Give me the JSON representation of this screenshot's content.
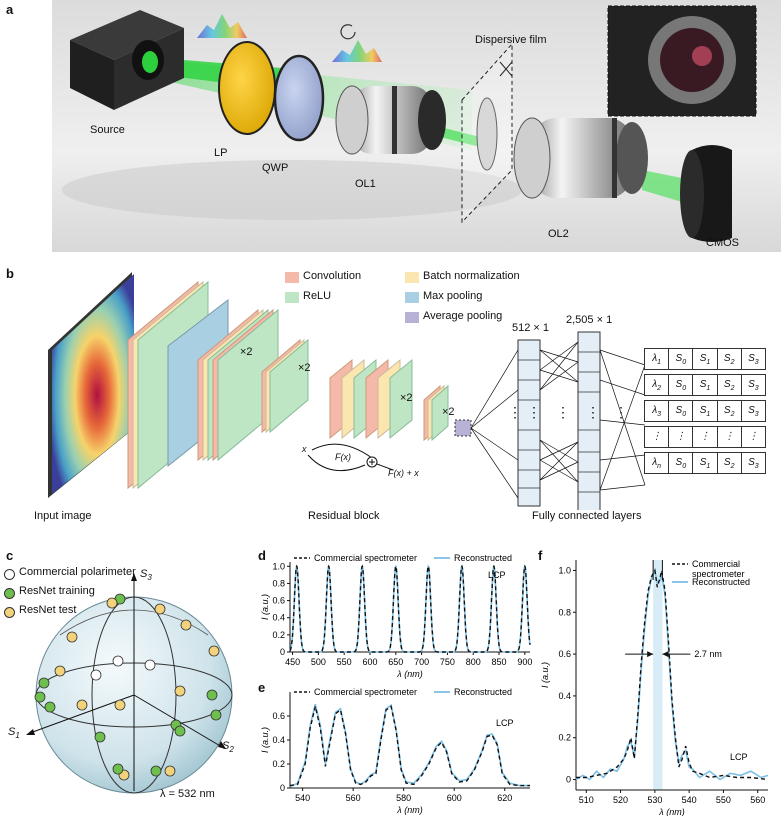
{
  "panel_a": {
    "letter": "a",
    "labels": {
      "source": "Source",
      "lp": "LP",
      "qwp": "QWP",
      "ol1": "OL1",
      "film": "Dispersive film",
      "ol2": "OL2",
      "cmos": "CMOS"
    }
  },
  "panel_b": {
    "letter": "b",
    "legend": [
      "Convolution",
      "ReLU",
      "Batch normalization",
      "Max pooling",
      "Average pooling"
    ],
    "legend_colors": [
      "#f4b9a8",
      "#bfe6c4",
      "#fbe6b0",
      "#a9cfe2",
      "#b7b2d6"
    ],
    "times2": "×2",
    "fc_512": "512 × 1",
    "fc_2505": "2,505 × 1",
    "input_image": "Input image",
    "residual_block": "Residual block",
    "fully_connected": "Fully connected layers",
    "residual_x": "x",
    "residual_fx": "F(x)",
    "residual_fx_x": "F(x) + x",
    "vdots": "⋮",
    "output_rows": [
      {
        "l": "λ",
        "sub": "1"
      },
      {
        "l": "λ",
        "sub": "2"
      },
      {
        "l": "λ",
        "sub": "3"
      },
      {
        "l": "⋮",
        "sub": ""
      },
      {
        "l": "λ",
        "sub": "n"
      }
    ],
    "output_cols": [
      {
        "l": "S",
        "sub": "0"
      },
      {
        "l": "S",
        "sub": "1"
      },
      {
        "l": "S",
        "sub": "2"
      },
      {
        "l": "S",
        "sub": "3"
      }
    ]
  },
  "panel_c": {
    "letter": "c",
    "legend": [
      "Commercial polarimeter",
      "ResNet training",
      "ResNet test"
    ],
    "legend_colors": [
      "#ffffff",
      "#6fbf4f",
      "#f2d27a"
    ],
    "axis_s1": "S",
    "axis_s1_sub": "1",
    "axis_s2": "S",
    "axis_s2_sub": "2",
    "axis_s3": "S",
    "axis_s3_sub": "3",
    "wavelength": "λ = 532 nm"
  },
  "colors": {
    "commercial": "#111111",
    "reconstructed": "#7cc0e6"
  },
  "chart_data": [
    {
      "panel": "d",
      "type": "line",
      "xlabel": "λ (nm)",
      "ylabel": "I (a.u.)",
      "xlim": [
        445,
        910
      ],
      "ylim": [
        0,
        1.05
      ],
      "xticks": [
        450,
        500,
        550,
        600,
        650,
        700,
        750,
        800,
        850,
        900
      ],
      "yticks": [
        0,
        0.2,
        0.4,
        0.6,
        0.8,
        1.0
      ],
      "ytick_labels": [
        "0",
        "0.2",
        "0.4",
        "0.6",
        "0.8",
        "1.0"
      ],
      "annotation": "LCP",
      "series": [
        {
          "name": "Commercial spectrometer",
          "peaks": [
            458,
            520,
            585,
            650,
            713,
            778,
            840,
            900
          ],
          "width": 4.5
        },
        {
          "name": "Reconstructed",
          "peaks": [
            458,
            520,
            585,
            650,
            713,
            778,
            840,
            900
          ],
          "width": 4.5
        }
      ]
    },
    {
      "panel": "e",
      "type": "line",
      "xlabel": "λ (nm)",
      "ylabel": "I (a.u.)",
      "xlim": [
        535,
        630
      ],
      "ylim": [
        0,
        0.8
      ],
      "xticks": [
        540,
        560,
        580,
        600,
        620
      ],
      "yticks": [
        0,
        0.2,
        0.4,
        0.6
      ],
      "ytick_labels": [
        "0",
        "0.2",
        "0.4",
        "0.6"
      ],
      "annotation": "LCP",
      "series": [
        {
          "name": "Commercial spectrometer",
          "points": [
            [
              535,
              0.02
            ],
            [
              538,
              0.03
            ],
            [
              541,
              0.2
            ],
            [
              543,
              0.5
            ],
            [
              545,
              0.68
            ],
            [
              547,
              0.5
            ],
            [
              549,
              0.18
            ],
            [
              551,
              0.4
            ],
            [
              553,
              0.62
            ],
            [
              555,
              0.65
            ],
            [
              557,
              0.45
            ],
            [
              559,
              0.15
            ],
            [
              561,
              0.04
            ],
            [
              563,
              0.03
            ],
            [
              565,
              0.05
            ],
            [
              567,
              0.1
            ],
            [
              569,
              0.12
            ],
            [
              571,
              0.4
            ],
            [
              573,
              0.65
            ],
            [
              575,
              0.68
            ],
            [
              577,
              0.48
            ],
            [
              579,
              0.15
            ],
            [
              581,
              0.04
            ],
            [
              584,
              0.03
            ],
            [
              587,
              0.1
            ],
            [
              590,
              0.2
            ],
            [
              593,
              0.34
            ],
            [
              595,
              0.38
            ],
            [
              597,
              0.3
            ],
            [
              599,
              0.12
            ],
            [
              602,
              0.05
            ],
            [
              605,
              0.06
            ],
            [
              608,
              0.15
            ],
            [
              611,
              0.3
            ],
            [
              613,
              0.43
            ],
            [
              615,
              0.44
            ],
            [
              617,
              0.36
            ],
            [
              619,
              0.12
            ],
            [
              622,
              0.03
            ],
            [
              626,
              0.02
            ],
            [
              630,
              0.02
            ]
          ]
        },
        {
          "name": "Reconstructed",
          "points": [
            [
              535,
              0.01
            ],
            [
              538,
              0.04
            ],
            [
              541,
              0.22
            ],
            [
              543,
              0.52
            ],
            [
              545,
              0.7
            ],
            [
              547,
              0.52
            ],
            [
              549,
              0.2
            ],
            [
              551,
              0.42
            ],
            [
              553,
              0.63
            ],
            [
              555,
              0.66
            ],
            [
              557,
              0.46
            ],
            [
              559,
              0.16
            ],
            [
              561,
              0.05
            ],
            [
              563,
              0.03
            ],
            [
              565,
              0.06
            ],
            [
              567,
              0.11
            ],
            [
              569,
              0.13
            ],
            [
              571,
              0.42
            ],
            [
              573,
              0.66
            ],
            [
              575,
              0.69
            ],
            [
              577,
              0.49
            ],
            [
              579,
              0.16
            ],
            [
              581,
              0.05
            ],
            [
              584,
              0.04
            ],
            [
              587,
              0.11
            ],
            [
              590,
              0.21
            ],
            [
              593,
              0.35
            ],
            [
              595,
              0.39
            ],
            [
              597,
              0.31
            ],
            [
              599,
              0.13
            ],
            [
              602,
              0.06
            ],
            [
              605,
              0.07
            ],
            [
              608,
              0.16
            ],
            [
              611,
              0.31
            ],
            [
              613,
              0.44
            ],
            [
              615,
              0.45
            ],
            [
              617,
              0.37
            ],
            [
              619,
              0.13
            ],
            [
              622,
              0.04
            ],
            [
              626,
              0.02
            ],
            [
              630,
              0.02
            ]
          ]
        }
      ]
    },
    {
      "panel": "f",
      "type": "line",
      "xlabel": "λ (nm)",
      "ylabel": "I (a.u.)",
      "xlim": [
        507,
        563
      ],
      "ylim": [
        -0.05,
        1.05
      ],
      "xticks": [
        510,
        520,
        530,
        540,
        550,
        560
      ],
      "yticks": [
        0,
        0.2,
        0.4,
        0.6,
        0.8,
        1.0
      ],
      "ytick_labels": [
        "0",
        "0.2",
        "0.4",
        "0.6",
        "0.8",
        "1.0"
      ],
      "annotation": "LCP",
      "fwhm_label": "2.7 nm",
      "fwhm_range": [
        529.5,
        532.2
      ],
      "series": [
        {
          "name": "Commercial spectrometer",
          "points": [
            [
              507,
              0.01
            ],
            [
              510,
              0.01
            ],
            [
              513,
              0.02
            ],
            [
              516,
              0.03
            ],
            [
              519,
              0.06
            ],
            [
              521,
              0.1
            ],
            [
              522,
              0.14
            ],
            [
              523,
              0.2
            ],
            [
              524,
              0.1
            ],
            [
              525,
              0.3
            ],
            [
              526,
              0.55
            ],
            [
              527,
              0.75
            ],
            [
              528,
              0.9
            ],
            [
              529,
              0.97
            ],
            [
              530,
              1.0
            ],
            [
              530.7,
              0.92
            ],
            [
              531.4,
              0.96
            ],
            [
              532,
              1.0
            ],
            [
              533,
              0.9
            ],
            [
              534,
              0.65
            ],
            [
              535,
              0.38
            ],
            [
              536,
              0.2
            ],
            [
              537,
              0.06
            ],
            [
              538,
              0.1
            ],
            [
              539,
              0.16
            ],
            [
              540,
              0.08
            ],
            [
              541,
              0.04
            ],
            [
              543,
              0.03
            ],
            [
              546,
              0.01
            ],
            [
              550,
              0.02
            ],
            [
              554,
              0.01
            ],
            [
              558,
              0.01
            ],
            [
              563,
              0.0
            ]
          ]
        },
        {
          "name": "Reconstructed",
          "points": [
            [
              507,
              0.0
            ],
            [
              509,
              0.02
            ],
            [
              511,
              0.0
            ],
            [
              513,
              0.04
            ],
            [
              515,
              0.01
            ],
            [
              517,
              0.05
            ],
            [
              519,
              0.04
            ],
            [
              521,
              0.1
            ],
            [
              522,
              0.16
            ],
            [
              523,
              0.18
            ],
            [
              524,
              0.11
            ],
            [
              525,
              0.28
            ],
            [
              526,
              0.52
            ],
            [
              527,
              0.72
            ],
            [
              528,
              0.88
            ],
            [
              529,
              0.96
            ],
            [
              530,
              1.0
            ],
            [
              530.7,
              0.94
            ],
            [
              531.4,
              0.95
            ],
            [
              532,
              0.98
            ],
            [
              533,
              0.88
            ],
            [
              534,
              0.62
            ],
            [
              535,
              0.36
            ],
            [
              536,
              0.18
            ],
            [
              537,
              0.08
            ],
            [
              538,
              0.12
            ],
            [
              539,
              0.14
            ],
            [
              540,
              0.06
            ],
            [
              541,
              0.05
            ],
            [
              543,
              0.01
            ],
            [
              546,
              0.04
            ],
            [
              549,
              0.0
            ],
            [
              552,
              0.03
            ],
            [
              555,
              0.02
            ],
            [
              558,
              0.04
            ],
            [
              561,
              0.01
            ],
            [
              563,
              0.02
            ]
          ]
        }
      ]
    }
  ]
}
